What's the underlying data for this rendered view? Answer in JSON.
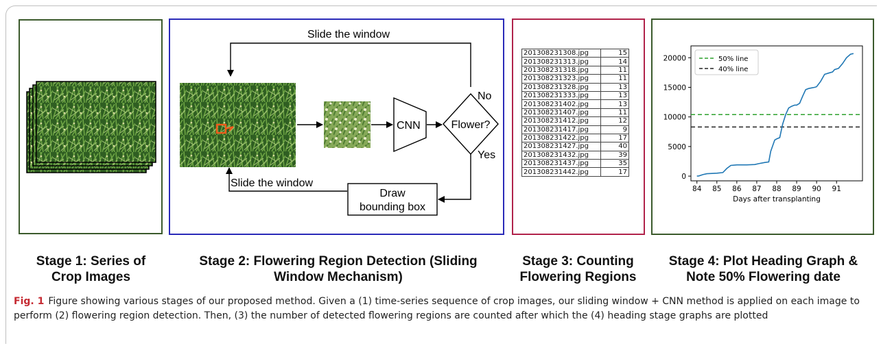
{
  "stage1": {
    "label_line1": "Stage 1: Series of",
    "label_line2": "Crop Images"
  },
  "stage2": {
    "label_line1": "Stage 2: Flowering Region Detection (Sliding",
    "label_line2": "Window Mechanism)",
    "slide_top": "Slide the window",
    "slide_bottom": "Slide the window",
    "cnn": "CNN",
    "decision": "Flower?",
    "no": "No",
    "yes": "Yes",
    "draw_line1": "Draw",
    "draw_line2": "bounding box"
  },
  "stage3": {
    "label_line1": "Stage 3: Counting",
    "label_line2": "Flowering Regions",
    "rows": [
      {
        "file": "201308231308.jpg",
        "count": "15"
      },
      {
        "file": "201308231313.jpg",
        "count": "14"
      },
      {
        "file": "201308231318.jpg",
        "count": "11"
      },
      {
        "file": "201308231323.jpg",
        "count": "11"
      },
      {
        "file": "201308231328.jpg",
        "count": "13"
      },
      {
        "file": "201308231333.jpg",
        "count": "13"
      },
      {
        "file": "201308231402.jpg",
        "count": "13"
      },
      {
        "file": "201308231407.jpg",
        "count": "11"
      },
      {
        "file": "201308231412.jpg",
        "count": "12"
      },
      {
        "file": "201308231417.jpg",
        "count": "9"
      },
      {
        "file": "201308231422.jpg",
        "count": "17"
      },
      {
        "file": "201308231427.jpg",
        "count": "40"
      },
      {
        "file": "201308231432.jpg",
        "count": "39"
      },
      {
        "file": "201308231437.jpg",
        "count": "35"
      },
      {
        "file": "201308231442.jpg",
        "count": "17"
      }
    ]
  },
  "stage4": {
    "label_line1": "Stage 4: Plot Heading Graph &",
    "label_line2": "Note 50% Flowering date"
  },
  "chart_data": {
    "type": "line",
    "xlabel": "Days after transplanting",
    "ylabel": "",
    "xlim": [
      83.7,
      92.3
    ],
    "ylim": [
      -800,
      22000
    ],
    "xticks": [
      84,
      85,
      86,
      87,
      88,
      89,
      90,
      91
    ],
    "yticks": [
      0,
      5000,
      10000,
      15000,
      20000
    ],
    "legend": [
      {
        "name": "50% line",
        "color": "#2ca02c",
        "style": "dashed"
      },
      {
        "name": "40% line",
        "color": "#222222",
        "style": "dashed"
      }
    ],
    "legend_position": "top-left",
    "hlines": [
      {
        "name": "50% line",
        "y": 10400,
        "color": "#2ca02c"
      },
      {
        "name": "40% line",
        "y": 8300,
        "color": "#222222"
      }
    ],
    "series": [
      {
        "color": "#1f77b4",
        "x": [
          84,
          84.1,
          84.3,
          84.5,
          85.0,
          85.3,
          85.5,
          85.7,
          86.0,
          86.5,
          86.9,
          87.1,
          87.4,
          87.6,
          87.7,
          87.9,
          88.0,
          88.15,
          88.3,
          88.45,
          88.6,
          88.75,
          88.9,
          89.0,
          89.15,
          89.3,
          89.45,
          89.6,
          89.75,
          89.9,
          90.0,
          90.2,
          90.4,
          90.6,
          90.8,
          90.9,
          91.1,
          91.3,
          91.5,
          91.7,
          91.85
        ],
        "y": [
          0,
          30,
          250,
          400,
          500,
          600,
          1300,
          1800,
          1900,
          1900,
          1950,
          2100,
          2300,
          2400,
          4200,
          6100,
          6300,
          6500,
          8800,
          10400,
          11500,
          11800,
          12000,
          12000,
          12300,
          13500,
          14600,
          14800,
          14900,
          15000,
          15100,
          16000,
          17200,
          17400,
          17600,
          18000,
          18200,
          19000,
          20000,
          20600,
          20700
        ]
      }
    ]
  },
  "caption": {
    "fig": "Fig. 1",
    "text": "Figure showing various stages of our proposed method. Given a (1) time-series sequence of crop images, our sliding window + CNN method is applied on each image to perform (2) flowering region detection. Then, (3) the number of detected flowering regions are counted after which the (4) heading stage graphs are plotted"
  },
  "colors": {
    "panel_green": "#3b5a2c",
    "panel_blue": "#2a2ab8",
    "panel_red": "#b0224a",
    "caption_accent": "#c52a32",
    "crop_green": "#3f7a2c"
  },
  "icons": {
    "crop_stack": "crop-image-stack",
    "crop_patch": "flower-patch-image",
    "bbox": "bounding-box-marker"
  }
}
